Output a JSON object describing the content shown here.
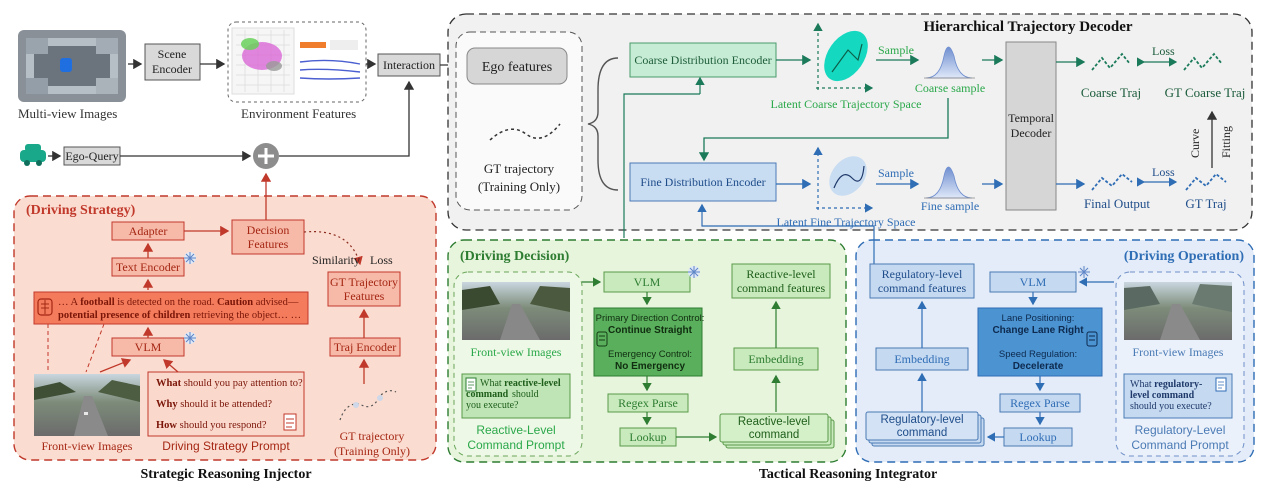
{
  "top": {
    "multiview_label": "Multi-view Images",
    "scene_encoder_1": "Scene",
    "scene_encoder_2": "Encoder",
    "env_label": "Environment Features",
    "interaction": "Interaction",
    "ego_query": "Ego-Query"
  },
  "decoder": {
    "title": "Hierarchical Trajectory Decoder",
    "ego_features": "Ego features",
    "gt_traj_1": "GT trajectory",
    "gt_traj_2": "(Training Only)",
    "coarse_encoder": "Coarse Distribution Encoder",
    "fine_encoder": "Fine Distribution Encoder",
    "sample_top": "Sample",
    "sample_bottom": "Sample",
    "coarse_sample": "Coarse sample",
    "fine_sample": "Fine sample",
    "latent_coarse": "Latent Coarse Trajectory Space",
    "latent_fine": "Latent Fine Trajectory Space",
    "temporal_1": "Temporal",
    "temporal_2": "Decoder",
    "coarse_traj": "Coarse Traj",
    "gt_coarse_traj": "GT Coarse Traj",
    "loss_top": "Loss",
    "loss_bottom": "Loss",
    "curve_1": "Curve",
    "curve_2": "Fitting",
    "final_output": "Final Output",
    "gt_traj": "GT Traj"
  },
  "strategy": {
    "title": "(Driving Strategy)",
    "adapter": "Adapter",
    "decision_1": "Decision",
    "decision_2": "Features",
    "text_encoder": "Text Encoder",
    "similarity": "Similarity",
    "loss": "Loss",
    "gt_traj_feat_1": "GT Trajectory",
    "gt_traj_feat_2": "Features",
    "reasoning_1a": "… A ",
    "reasoning_1b": "football",
    "reasoning_1c": " is detected on the road. ",
    "reasoning_1d": "Caution",
    "reasoning_1e": " advised—",
    "reasoning_2a": "potential presence of children",
    "reasoning_2b": " retrieving the object… …",
    "vlm": "VLM",
    "traj_encoder": "Traj Encoder",
    "q1a": "What",
    "q1b": " should you pay attention to?",
    "q2a": "Why",
    "q2b": " should it be attended?",
    "q3a": "How",
    "q3b": " should you respond?",
    "front_view": "Front-view Images",
    "prompt_label": "Driving Strategy Prompt",
    "gt_1": "GT trajectory",
    "gt_2": "(Training Only)",
    "caption": "Strategic Reasoning Injector"
  },
  "decision": {
    "title": "(Driving Decision)",
    "vlm": "VLM",
    "reactive_feat_1": "Reactive-level",
    "reactive_feat_2": "command features",
    "front_view": "Front-view Images",
    "primary": "Primary Direction Control:",
    "continue": "Continue Straight",
    "emergency": "Emergency Control:",
    "no_emergency": "No Emergency",
    "embedding": "Embedding",
    "regex": "Regex Parse",
    "lookup": "Lookup",
    "reactive_cmd_1": "Reactive-level",
    "reactive_cmd_2": "command",
    "q_1a": "What ",
    "q_1b": "reactive-level",
    "q_2": "command",
    "q_3": "should",
    "q_4": "you execute?",
    "prompt_1": "Reactive-Level",
    "prompt_2": "Command Prompt",
    "caption": "Tactical Reasoning Integrator"
  },
  "operation": {
    "title": "(Driving Operation)",
    "reg_feat_1": "Regulatory-level",
    "reg_feat_2": "command features",
    "vlm": "VLM",
    "lane": "Lane Positioning:",
    "change_lane": "Change Lane Right",
    "speed": "Speed Regulation:",
    "decelerate": "Decelerate",
    "embedding": "Embedding",
    "regex": "Regex Parse",
    "lookup": "Lookup",
    "reg_cmd_1": "Regulatory-level",
    "reg_cmd_2": "command",
    "front_view": "Front-view Images",
    "q_1": "What ",
    "q_2": "regulatory-",
    "q_3": "level command",
    "q_4": "should you execute?",
    "prompt_1": "Regulatory-Level",
    "prompt_2": "Command Prompt"
  },
  "colors": {
    "red": "#c0392b",
    "green": "#2e7d32",
    "blue": "#2f6db5",
    "teal": "#1aa88a"
  }
}
